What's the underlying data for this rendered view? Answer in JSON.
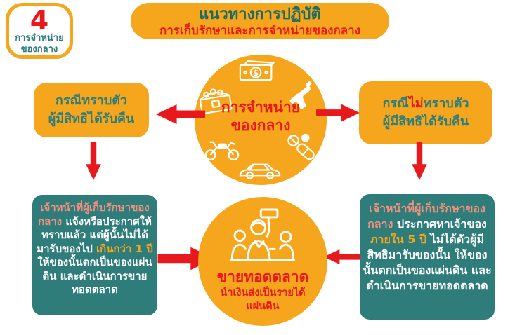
{
  "colors": {
    "orange": "#F5A61D",
    "teal": "#2E7D7B",
    "red": "#E8191C",
    "salmon": "#F2907E",
    "white": "#FFFFFF",
    "background": "#FFFFFF"
  },
  "badge": {
    "number": "4",
    "title_line1": "การจำหน่าย",
    "title_line2": "ของกลาง"
  },
  "header": {
    "line1": "แนวทางการปฏิบัติ",
    "line2": "การเก็บรักษาและการจำหน่ายของกลาง"
  },
  "center_circle": {
    "label_line1": "การจำหน่าย",
    "label_line2": "ของกลาง"
  },
  "case_known": {
    "line1": "กรณีทราบตัว",
    "line2": "ผู้มีสิทธิได้รับคืน"
  },
  "case_unknown": {
    "line1_prefix": "กรณี",
    "line1_highlight": "ไม่",
    "line1_suffix": "ทราบตัว",
    "line2": "ผู้มีสิทธิได้รับคืน"
  },
  "known_detail": {
    "lead": "เจ้าหน้าที่ผู้เก็บรักษาของกลาง",
    "body1": " แจ้งหรือประกาศให้ทราบแล้ว แต่ผู้นั้นไม่ได้มารับของไป ",
    "highlight": "เกินกว่า 1 ปี",
    "body2": " ให้ของนั้นตกเป็นของแผ่นดิน และดำเนินการขายทอดตลาด"
  },
  "unknown_detail": {
    "lead": "เจ้าหน้าที่ผู้เก็บรักษาของกลาง",
    "body1": " ประกาศหาเจ้าของ ",
    "highlight": "ภายใน 5 ปี",
    "body2": " ไม่ได้ตัวผู้มีสิทธิมารับของนั้น ให้ของนั้นตกเป็นของแผ่นดิน และดำเนินการขายทอดตลาด"
  },
  "auction_circle": {
    "title": "ขายทอดตลาด",
    "subtitle_line1": "นำเงินส่งเป็นรายได้",
    "subtitle_line2": "แผ่นดิน"
  },
  "icons": {
    "center_circle": [
      "money-icon",
      "treasure-chest-icon",
      "gun-icon",
      "motorcycle-icon",
      "pills-icon",
      "car-icon"
    ],
    "auction_circle": "auctioneer-icon"
  }
}
